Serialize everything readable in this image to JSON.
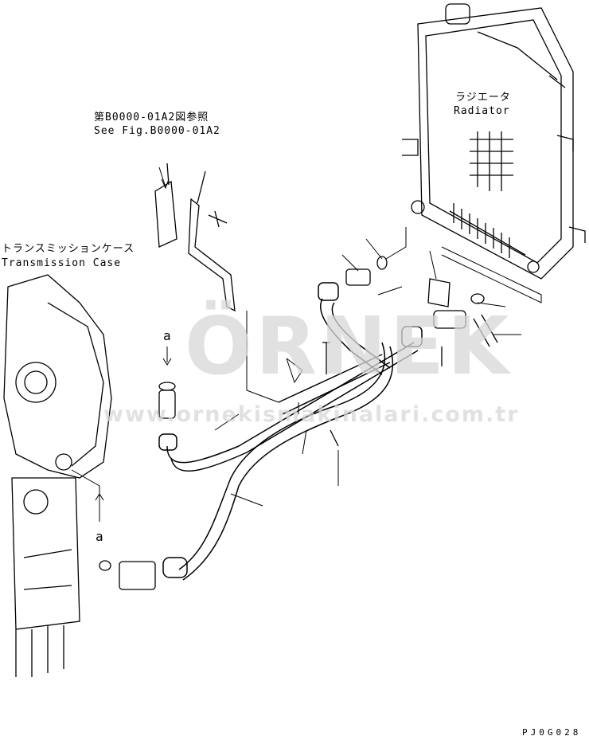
{
  "labels": {
    "ref_jp": "第B0000-01A2図参照",
    "ref_en": "See Fig.B0000-01A2",
    "transmission_jp": "トランスミッションケース",
    "transmission_en": "Transmission Case",
    "radiator_jp": "ラジエータ",
    "radiator_en": "Radiator",
    "marker_a_top": "a",
    "marker_a_bottom": "a",
    "drawing_code": "PJ0G028"
  },
  "watermark": {
    "logo": "ÖRNEK",
    "url": "www.ornekismakinalari.com.tr",
    "color": "#d8d8d8",
    "accent": "#f2c14e"
  }
}
